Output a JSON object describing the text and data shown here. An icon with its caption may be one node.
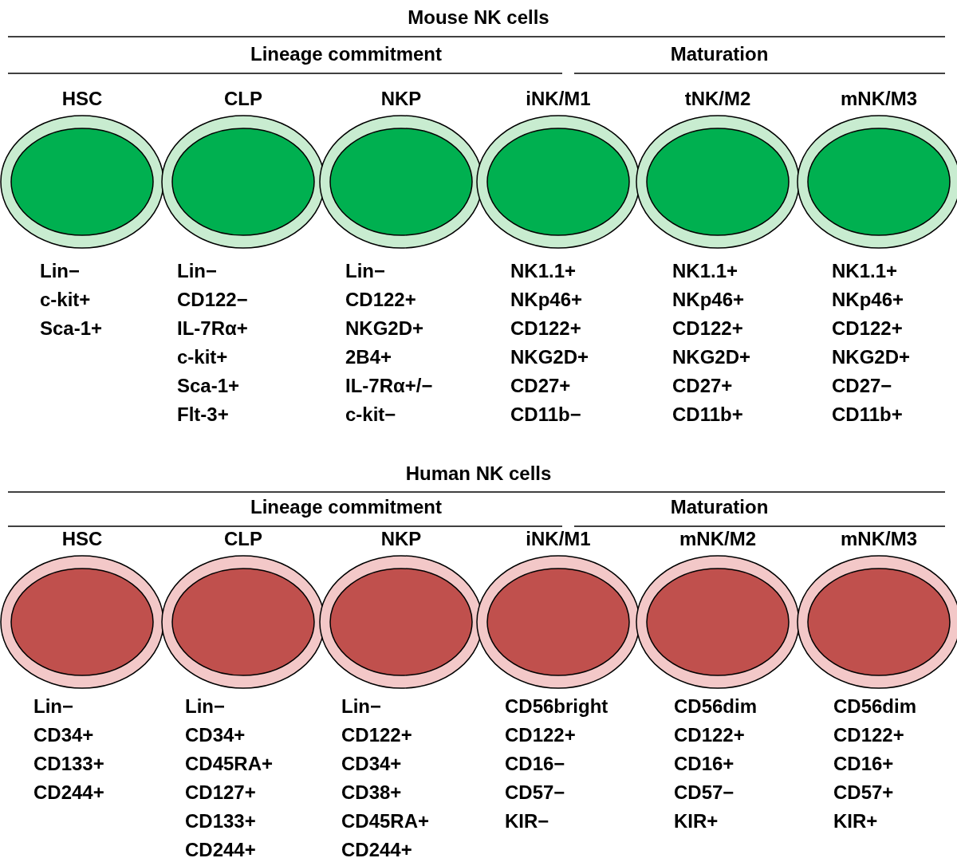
{
  "diagram": {
    "nodes": [
      {
        "text": [
          "HSC"
        ],
        "beside": [
          "Lin−",
          "c-kit+",
          "Sca-1+"
        ]
      },
      {
        "text": [
          "CLP"
        ],
        "beside": [
          "Lin−",
          "CD122−",
          "IL-7Rα+",
          "c-kit+",
          "Sca-1+",
          "Flt-3+"
        ]
      },
      {
        "text": [
          "NKP"
        ],
        "beside": [
          "Lin−",
          "CD122+",
          "NKG2D+",
          "2B4+",
          "IL-7Rα+/−",
          "c-kit−"
        ]
      },
      {
        "text": [
          "iNK/M1"
        ],
        "beside": [
          "NK1.1+",
          "NKp46+",
          "CD122+",
          "NKG2D+",
          "CD27+",
          "CD11b−"
        ]
      },
      {
        "text": [
          "tNK/M2"
        ],
        "beside": [
          "NK1.1+",
          "NKp46+",
          "CD122+",
          "NKG2D+",
          "CD27+",
          "CD11b+"
        ]
      },
      {
        "text": [
          "mNK/M3"
        ],
        "beside": [
          "NK1.1+",
          "NKp46+",
          "CD122+",
          "NKG2D+",
          "CD27−",
          "CD11b+"
        ]
      },
      {
        "text": [
          "HSC"
        ],
        "beside": [
          "Lin−",
          "CD34+",
          "CD133+",
          "CD244+"
        ]
      },
      {
        "text": [
          "CLP"
        ],
        "beside": [
          "Lin−",
          "CD34+",
          "CD45RA+",
          "CD127+",
          "CD133+",
          "CD244+"
        ]
      },
      {
        "text": [
          "NKP"
        ],
        "beside": [
          "Lin−",
          "CD122+",
          "CD34+",
          "CD38+",
          "CD45RA+",
          "CD244+"
        ]
      },
      {
        "text": [
          "iNK/M1"
        ],
        "beside": [
          "CD56bright",
          "CD122+",
          "CD16−",
          "CD57−",
          "KIR−"
        ]
      },
      {
        "text": [
          "mNK/M2"
        ],
        "beside": [
          "CD56dim",
          "CD122+",
          "CD16+",
          "CD57−",
          "KIR+"
        ]
      },
      {
        "text": [
          "mNK/M3"
        ],
        "beside": [
          "CD56dim",
          "CD122+",
          "CD16+",
          "CD57+",
          "KIR+"
        ]
      }
    ],
    "labels": [
      "Mouse NK cells",
      "Lineage commitment",
      "Maturation",
      "Human NK cells",
      "Lineage commitment",
      "Maturation"
    ]
  }
}
